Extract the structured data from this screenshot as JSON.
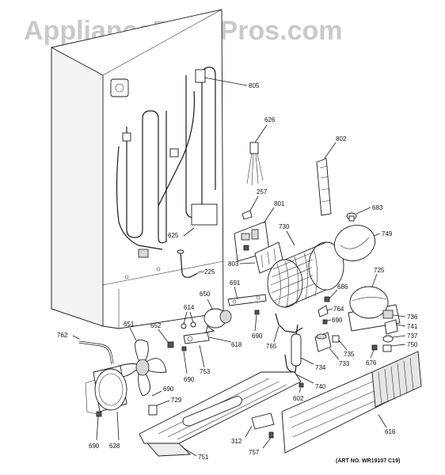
{
  "watermark": "AppliancePartsPros.com",
  "art_number": "(ART NO. WR19107 C19)",
  "callouts": {
    "p805": "805",
    "p626": "626",
    "p802": "802",
    "p257": "257",
    "p801": "801",
    "p683": "683",
    "p749": "749",
    "p625": "625",
    "p730": "730",
    "p803": "803",
    "p225": "225",
    "p725": "725",
    "p691": "691",
    "p686": "686",
    "p650": "650",
    "p614": "614",
    "p764": "764",
    "p736": "736",
    "p690a": "690",
    "p741": "741",
    "p737": "737",
    "p750": "750",
    "p762": "762",
    "p651": "651",
    "p652": "652",
    "p618": "618",
    "p690b": "690",
    "p765": "765",
    "p735": "735",
    "p733": "733",
    "p676": "676",
    "p753": "753",
    "p690c": "690",
    "p734": "734",
    "p740": "740",
    "p690d": "690",
    "p729": "729",
    "p602": "602",
    "p616": "616",
    "p312": "312",
    "p757": "757",
    "p690e": "690",
    "p628": "628",
    "p751": "751"
  }
}
